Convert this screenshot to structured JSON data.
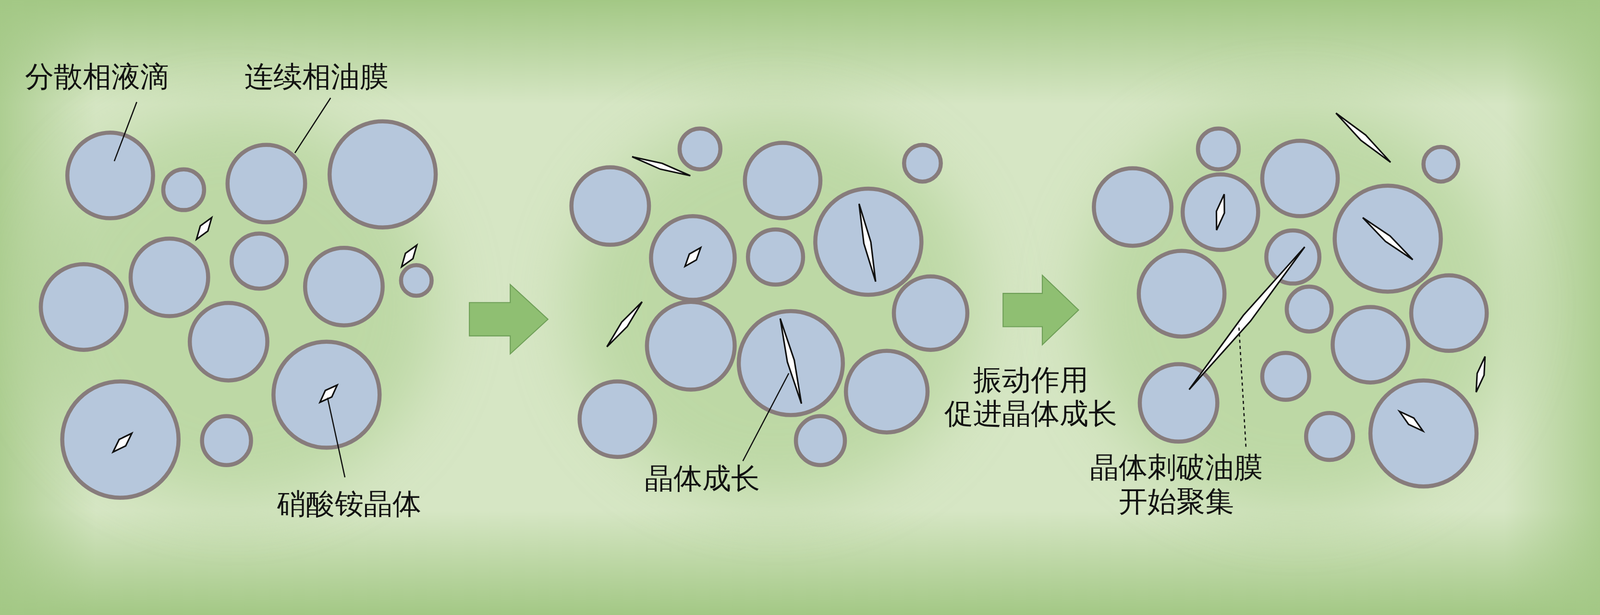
{
  "diagram": {
    "labels": [
      "分散相液滴",
      "连续相油膜",
      "硝酸铵晶体",
      "晶体成长",
      "振动作用 促进晶体成长",
      "晶体刺破油膜 开始聚集"
    ]
  }
}
